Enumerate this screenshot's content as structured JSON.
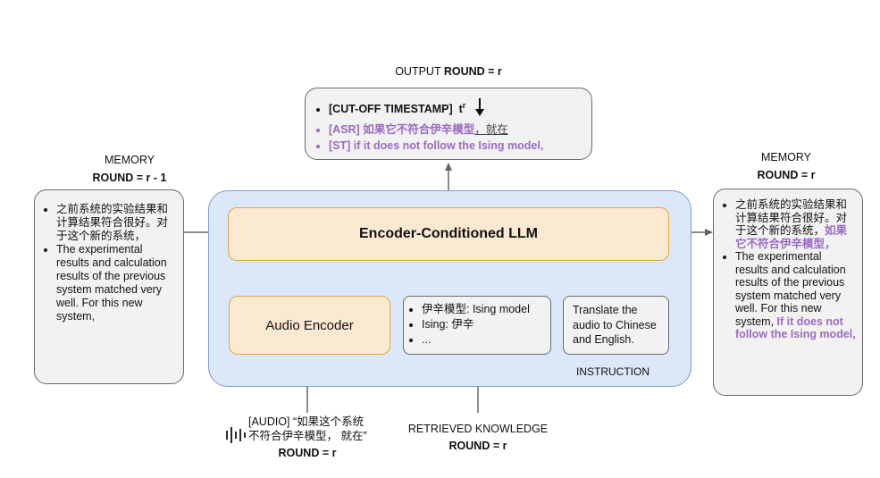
{
  "output": {
    "label_prefix": "OUTPUT",
    "label_round": "ROUND = r",
    "cutoff_label": "[CUT-OFF TIMESTAMP]",
    "cutoff_symbol": "t",
    "cutoff_sup": "r",
    "asr_tag": "[ASR]",
    "asr_text": "如果它不符合伊辛模型",
    "asr_tail": "，就在",
    "st_tag": "[ST]",
    "st_text": "if it does not follow the Ising model,"
  },
  "memory_left": {
    "title": "MEMORY",
    "round": "ROUND = r - 1",
    "items": [
      "之前系统的实验结果和计算结果符合很好。对于这个新的系统，",
      "The experimental results and calculation results of the previous system matched very well. For this new system,"
    ]
  },
  "memory_right": {
    "title": "MEMORY",
    "round": "ROUND = r",
    "item1_plain": "之前系统的实验结果和计算结果符合很好。对于这个新的系统，",
    "item1_purple": "如果它不符合伊辛模型，",
    "item2_plain": "The experimental results and calculation results of the previous system matched very well. For this new system,",
    "item2_purple": "If it does not follow the Ising model,"
  },
  "llm": {
    "label": "Encoder-Conditioned LLM"
  },
  "audio_encoder": {
    "label": "Audio Encoder"
  },
  "knowledge_box": {
    "items": [
      "伊辛模型: Ising model",
      "Ising: 伊辛",
      "..."
    ]
  },
  "instruction_box": {
    "text": "Translate the audio to Chinese and English.",
    "caption": "INSTRUCTION"
  },
  "audio_input": {
    "line1": "[AUDIO] “如果这个系统",
    "line2": "不符合伊辛模型， 就在”",
    "round": "ROUND = r"
  },
  "retrieved": {
    "label": "RETRIEVED KNOWLEDGE",
    "round": "ROUND = r"
  },
  "colors": {
    "purple_text": "#9a6ac2",
    "panel_blue": "#dbe8fa",
    "llm_orange": "#fce9d2",
    "orange_border": "#e3a63c",
    "gray_box": "#f2f2f2"
  }
}
